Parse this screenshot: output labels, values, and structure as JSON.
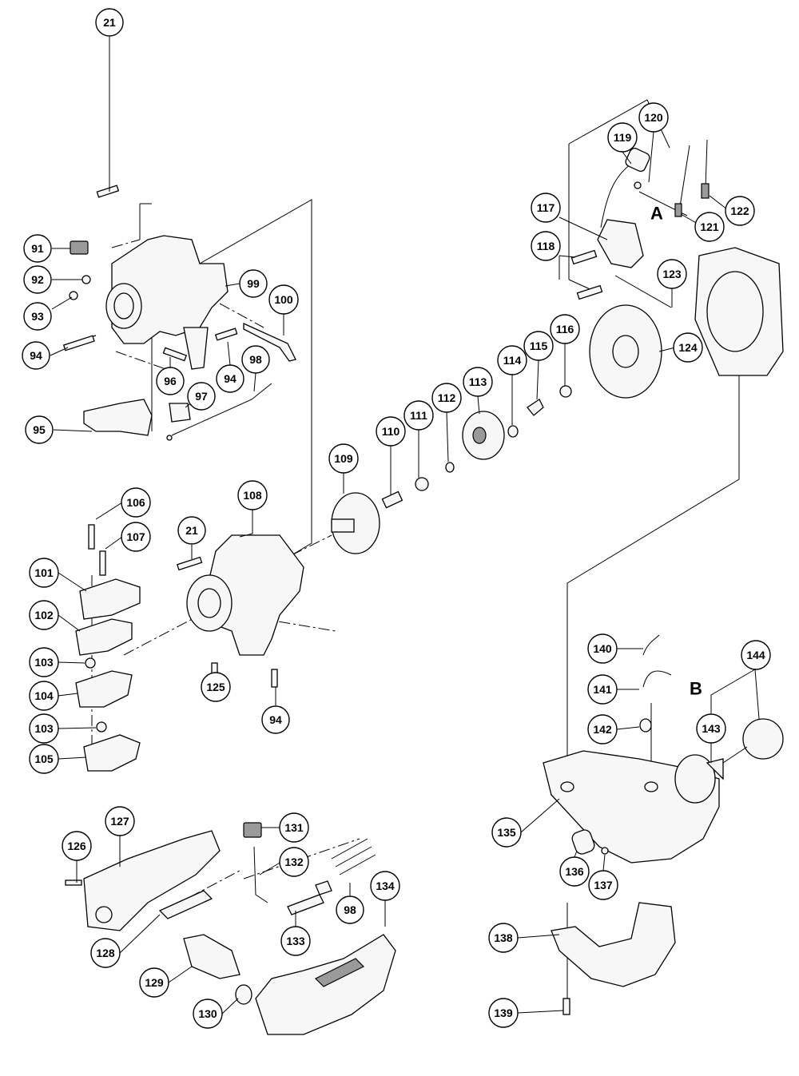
{
  "callouts": {
    "c21a": "21",
    "c91": "91",
    "c92": "92",
    "c93": "93",
    "c94a": "94",
    "c95": "95",
    "c96": "96",
    "c97": "97",
    "c98a": "98",
    "c94b": "94",
    "c99": "99",
    "c100": "100",
    "c106": "106",
    "c107": "107",
    "c101": "101",
    "c102": "102",
    "c103a": "103",
    "c104": "104",
    "c103b": "103",
    "c105": "105",
    "c21b": "21",
    "c108": "108",
    "c125": "125",
    "c94c": "94",
    "c109": "109",
    "c110": "110",
    "c111": "111",
    "c112": "112",
    "c113": "113",
    "c114": "114",
    "c115": "115",
    "c116": "116",
    "c124": "124",
    "c117": "117",
    "c118": "118",
    "c119": "119",
    "c120": "120",
    "c121": "121",
    "c122": "122",
    "c123": "123",
    "c140": "140",
    "c141": "141",
    "c142": "142",
    "c143": "143",
    "c144": "144",
    "c135": "135",
    "c136": "136",
    "c137": "137",
    "c138": "138",
    "c139": "139",
    "c126": "126",
    "c127": "127",
    "c128": "128",
    "c129": "129",
    "c130": "130",
    "c131": "131",
    "c132": "132",
    "c133": "133",
    "c98b": "98",
    "c134": "134"
  },
  "letters": {
    "a": "A",
    "b": "B"
  }
}
